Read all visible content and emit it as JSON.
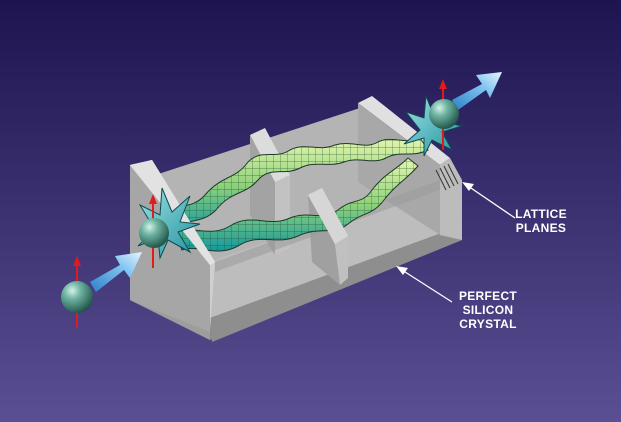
{
  "labels": {
    "lattice": [
      "LATTICE",
      "PLANES"
    ],
    "crystal": [
      "PERFECT",
      "SILICON",
      "CRYSTAL"
    ]
  },
  "colors": {
    "background_top": "#1d1450",
    "background_bottom": "#5a4f92",
    "crystal_light": "#c9c9c9",
    "crystal_mid": "#a9a9a9",
    "crystal_dark": "#7d7d7d",
    "neutron": "#4e9a88",
    "spin_arrow": "#e11a1a",
    "motion_arrow": "#6cb6ea",
    "wave_light": "#dff3a6",
    "wave_dark": "#1aa0a4",
    "label_text": "#ffffff"
  },
  "icons": {
    "particle": "neutron-sphere-icon",
    "spin": "spin-arrow-icon",
    "motion": "motion-arrow-icon",
    "scatter": "scatter-burst-icon"
  }
}
